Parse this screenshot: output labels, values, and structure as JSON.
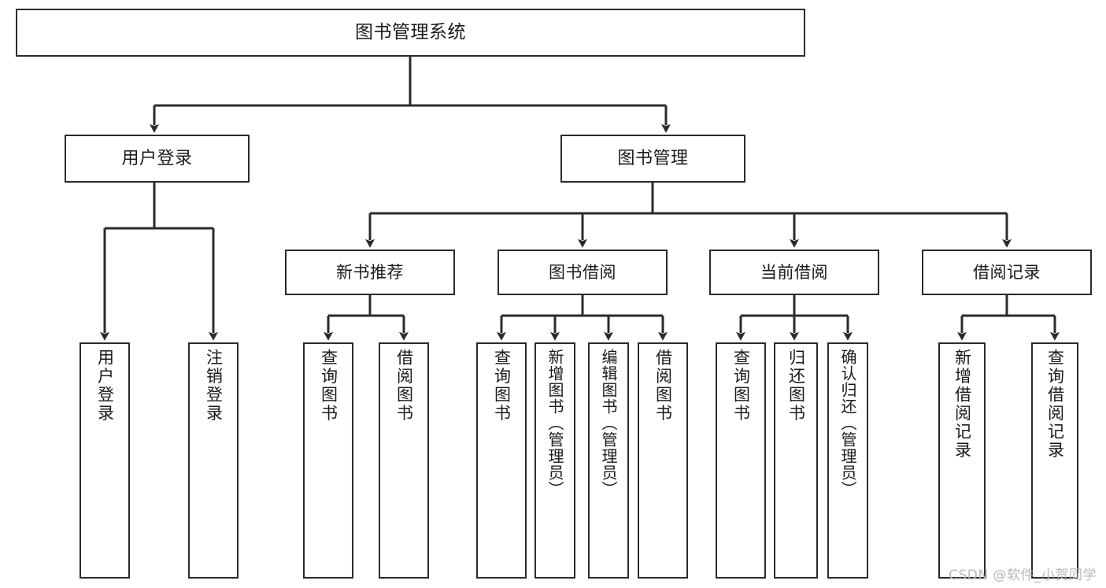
{
  "diagram": {
    "title": "图书管理系统",
    "type": "tree-hierarchy-diagram",
    "colors": {
      "background": "#ffffff",
      "box_border": "#2b2b2b",
      "box_fill": "#ffffff",
      "text": "#1a1a1a",
      "edge": "#2b2b2b",
      "watermark": "#b9b9b9"
    },
    "nodes": {
      "root": {
        "label": "图书管理系统"
      },
      "level1": [
        {
          "id": "user-login",
          "label": "用户登录"
        },
        {
          "id": "book-manage",
          "label": "图书管理"
        }
      ],
      "level2": [
        {
          "id": "new-book-recommend",
          "label": "新书推荐"
        },
        {
          "id": "book-borrow",
          "label": "图书借阅"
        },
        {
          "id": "current-borrow",
          "label": "当前借阅"
        },
        {
          "id": "borrow-record",
          "label": "借阅记录"
        }
      ],
      "leaves": [
        {
          "id": "leaf-user-login",
          "parent": "user-login",
          "label": "用户登录"
        },
        {
          "id": "leaf-logout-login",
          "parent": "user-login",
          "label": "注销登录"
        },
        {
          "id": "leaf-query-book-1",
          "parent": "new-book-recommend",
          "label": "查询图书"
        },
        {
          "id": "leaf-borrow-book-1",
          "parent": "new-book-recommend",
          "label": "借阅图书"
        },
        {
          "id": "leaf-query-book-2",
          "parent": "book-borrow",
          "label": "查询图书"
        },
        {
          "id": "leaf-add-book",
          "parent": "book-borrow",
          "label": "新增图书（管理员）"
        },
        {
          "id": "leaf-edit-book",
          "parent": "book-borrow",
          "label": "编辑图书（管理员）"
        },
        {
          "id": "leaf-borrow-book-2",
          "parent": "book-borrow",
          "label": "借阅图书"
        },
        {
          "id": "leaf-query-book-3",
          "parent": "current-borrow",
          "label": "查询图书"
        },
        {
          "id": "leaf-return-book",
          "parent": "current-borrow",
          "label": "归还图书"
        },
        {
          "id": "leaf-confirm-return",
          "parent": "current-borrow",
          "label": "确认归还（管理员）"
        },
        {
          "id": "leaf-add-record",
          "parent": "borrow-record",
          "label": "新增借阅记录"
        },
        {
          "id": "leaf-query-record",
          "parent": "borrow-record",
          "label": "查询借阅记录"
        }
      ]
    }
  },
  "watermark": {
    "text": "CSDN @软件_小贺同学"
  }
}
